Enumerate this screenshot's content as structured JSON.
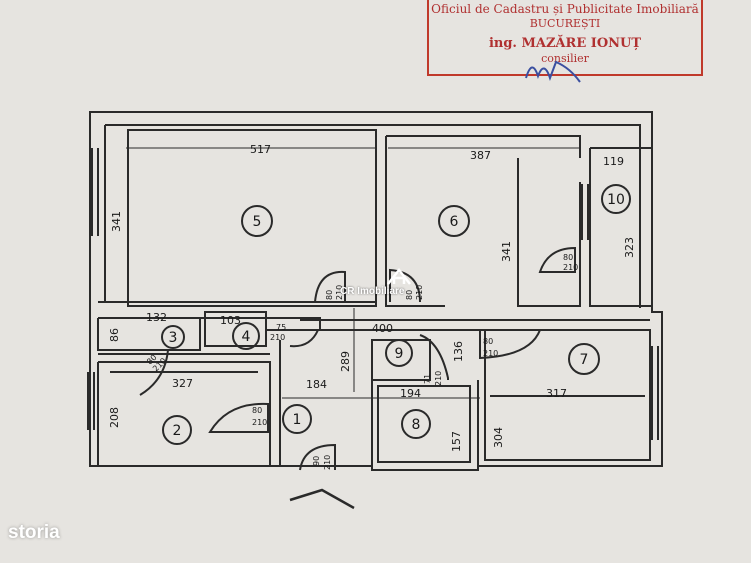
{
  "stamp": {
    "line1": "Oficiul de Cadastru și Publicitate Imobiliară",
    "line2": "BUCUREȘTI",
    "line3": "ing. MAZĂRE IONUȚ",
    "line4": "consilier"
  },
  "watermark": "storia",
  "agency": "CR Imobiliare",
  "rooms": [
    {
      "num": "1"
    },
    {
      "num": "2"
    },
    {
      "num": "3"
    },
    {
      "num": "4"
    },
    {
      "num": "5"
    },
    {
      "num": "6"
    },
    {
      "num": "7"
    },
    {
      "num": "8"
    },
    {
      "num": "9"
    },
    {
      "num": "10"
    }
  ],
  "dimensions": {
    "r5_width": "517",
    "r5_height": "341",
    "r6_width": "387",
    "r6_height": "341",
    "r10_width": "119",
    "r10_height": "323",
    "r3_width": "132",
    "r3_height": "86",
    "r4_width": "103",
    "hall_width": "400",
    "hall_height": "289",
    "hall_inner": "184",
    "r2_width": "327",
    "r2_height": "208",
    "r9_side": "136",
    "r8_width": "194",
    "r8_height": "157",
    "r7_width": "317",
    "r7_height": "304"
  },
  "doors": {
    "d5": {
      "w": "80",
      "h": "210"
    },
    "d6": {
      "w": "80",
      "h": "210"
    },
    "d10": {
      "w": "80",
      "h": "210"
    },
    "d4": {
      "w": "75",
      "h": "210"
    },
    "d3": {
      "w": "80",
      "h": "210"
    },
    "d9": {
      "w": "71",
      "h": "210"
    },
    "d7": {
      "w": "80",
      "h": "210"
    },
    "d2": {
      "w": "80",
      "h": "210"
    },
    "dentry": {
      "w": "90",
      "h": "210"
    }
  }
}
